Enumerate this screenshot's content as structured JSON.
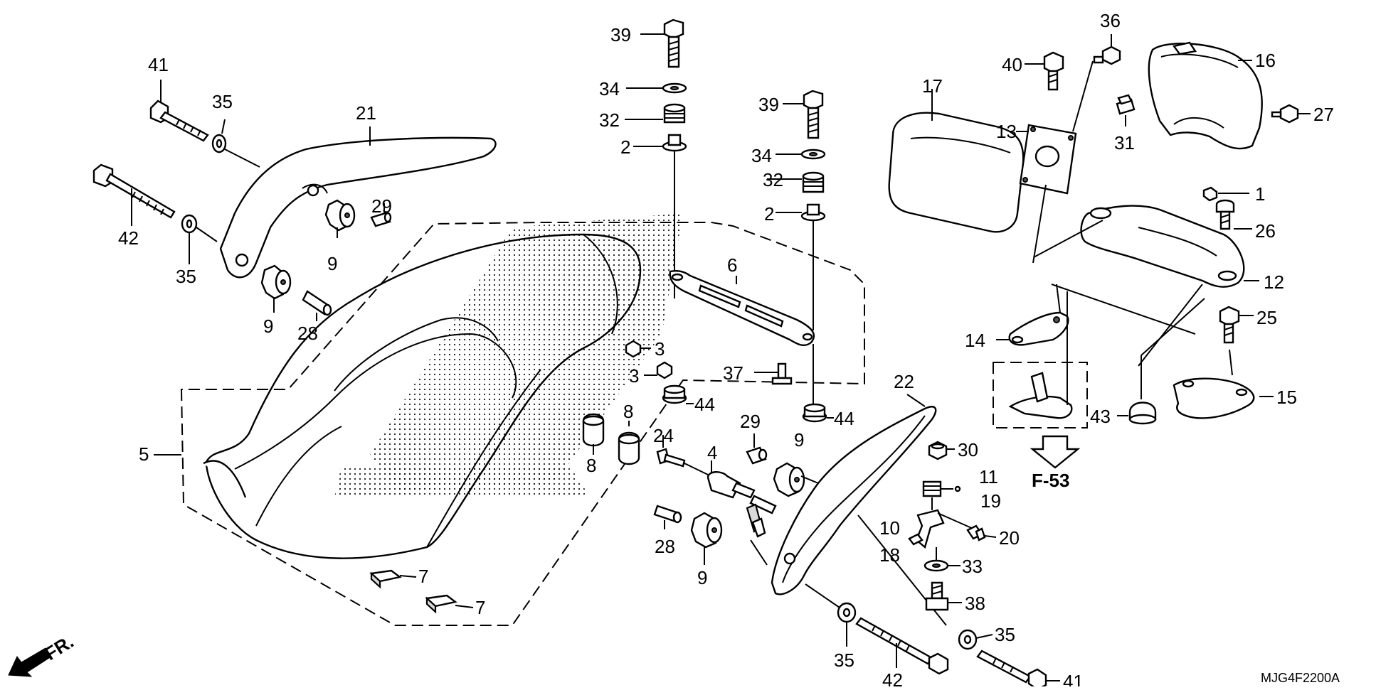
{
  "diagram": {
    "code": "MJG4F2200A",
    "front_label": "FR.",
    "ref_label": "F-53",
    "callouts": {
      "c1": "1",
      "c2a": "2",
      "c2b": "2",
      "c3a": "3",
      "c3b": "3",
      "c4": "4",
      "c5": "5",
      "c6": "6",
      "c7a": "7",
      "c7b": "7",
      "c8a": "8",
      "c8b": "8",
      "c9a": "9",
      "c9b": "9",
      "c9c": "9",
      "c9d": "9",
      "c10": "10",
      "c11": "11",
      "c12": "12",
      "c13": "13",
      "c14": "14",
      "c15": "15",
      "c16": "16",
      "c17": "17",
      "c18": "18",
      "c19": "19",
      "c20": "20",
      "c21": "21",
      "c22": "22",
      "c24": "24",
      "c25": "25",
      "c26": "26",
      "c27": "27",
      "c28a": "28",
      "c28b": "28",
      "c29a": "29",
      "c29b": "29",
      "c30": "30",
      "c31": "31",
      "c32a": "32",
      "c32b": "32",
      "c33": "33",
      "c34a": "34",
      "c34b": "34",
      "c35a": "35",
      "c35b": "35",
      "c35c": "35",
      "c35d": "35",
      "c36": "36",
      "c37": "37",
      "c38": "38",
      "c39a": "39",
      "c39b": "39",
      "c40": "40",
      "c41a": "41",
      "c41b": "41",
      "c42a": "42",
      "c42b": "42",
      "c43": "43",
      "c44a": "44",
      "c44b": "44"
    }
  }
}
